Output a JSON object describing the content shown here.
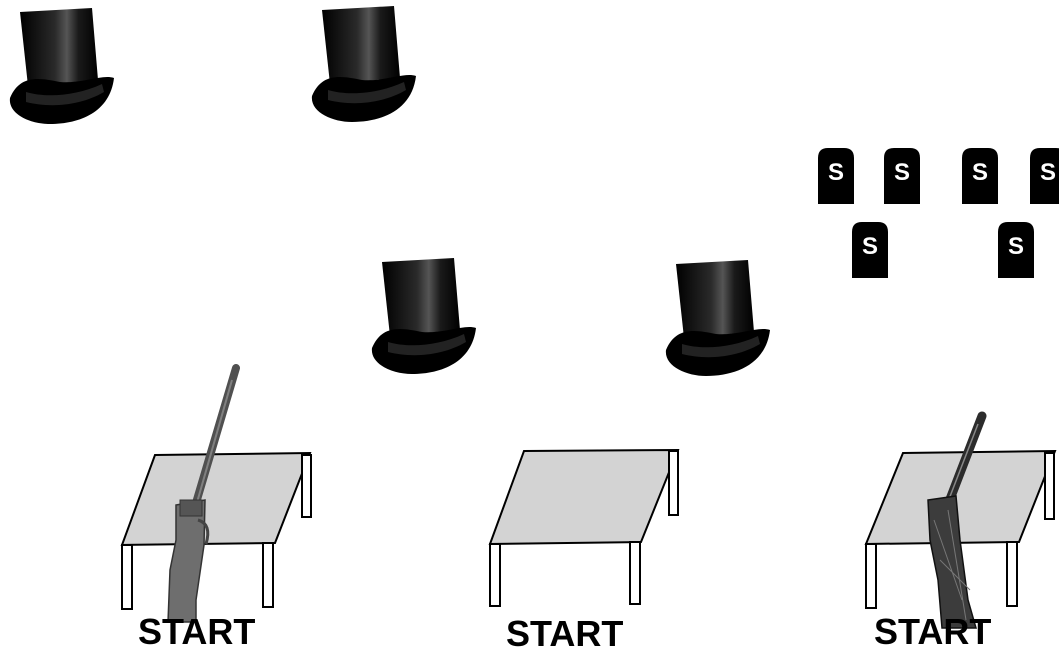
{
  "scene": {
    "start_labels": [
      "START",
      "START",
      "START"
    ],
    "tombstone_letter": "S",
    "colors": {
      "background": "#ffffff",
      "hat": "#000000",
      "hat_band": "#1a1a1a",
      "table_top": "#d3d3d3",
      "outline": "#000000",
      "rifle_wood": "#6e6e6e",
      "rifle_metal": "#505050",
      "shotgun": "#3c3c3c",
      "tombstone": "#000000",
      "tombstone_text": "#ffffff"
    },
    "icons": {
      "hats": [
        "top-hat-icon",
        "top-hat-icon",
        "top-hat-icon",
        "top-hat-icon"
      ],
      "tables": [
        "table-icon",
        "table-icon",
        "table-icon"
      ],
      "weapons": [
        "rifle-icon",
        "shotgun-icon"
      ],
      "tombstones": [
        "tombstone-icon",
        "tombstone-icon",
        "tombstone-icon",
        "tombstone-icon",
        "tombstone-icon",
        "tombstone-icon"
      ]
    }
  }
}
